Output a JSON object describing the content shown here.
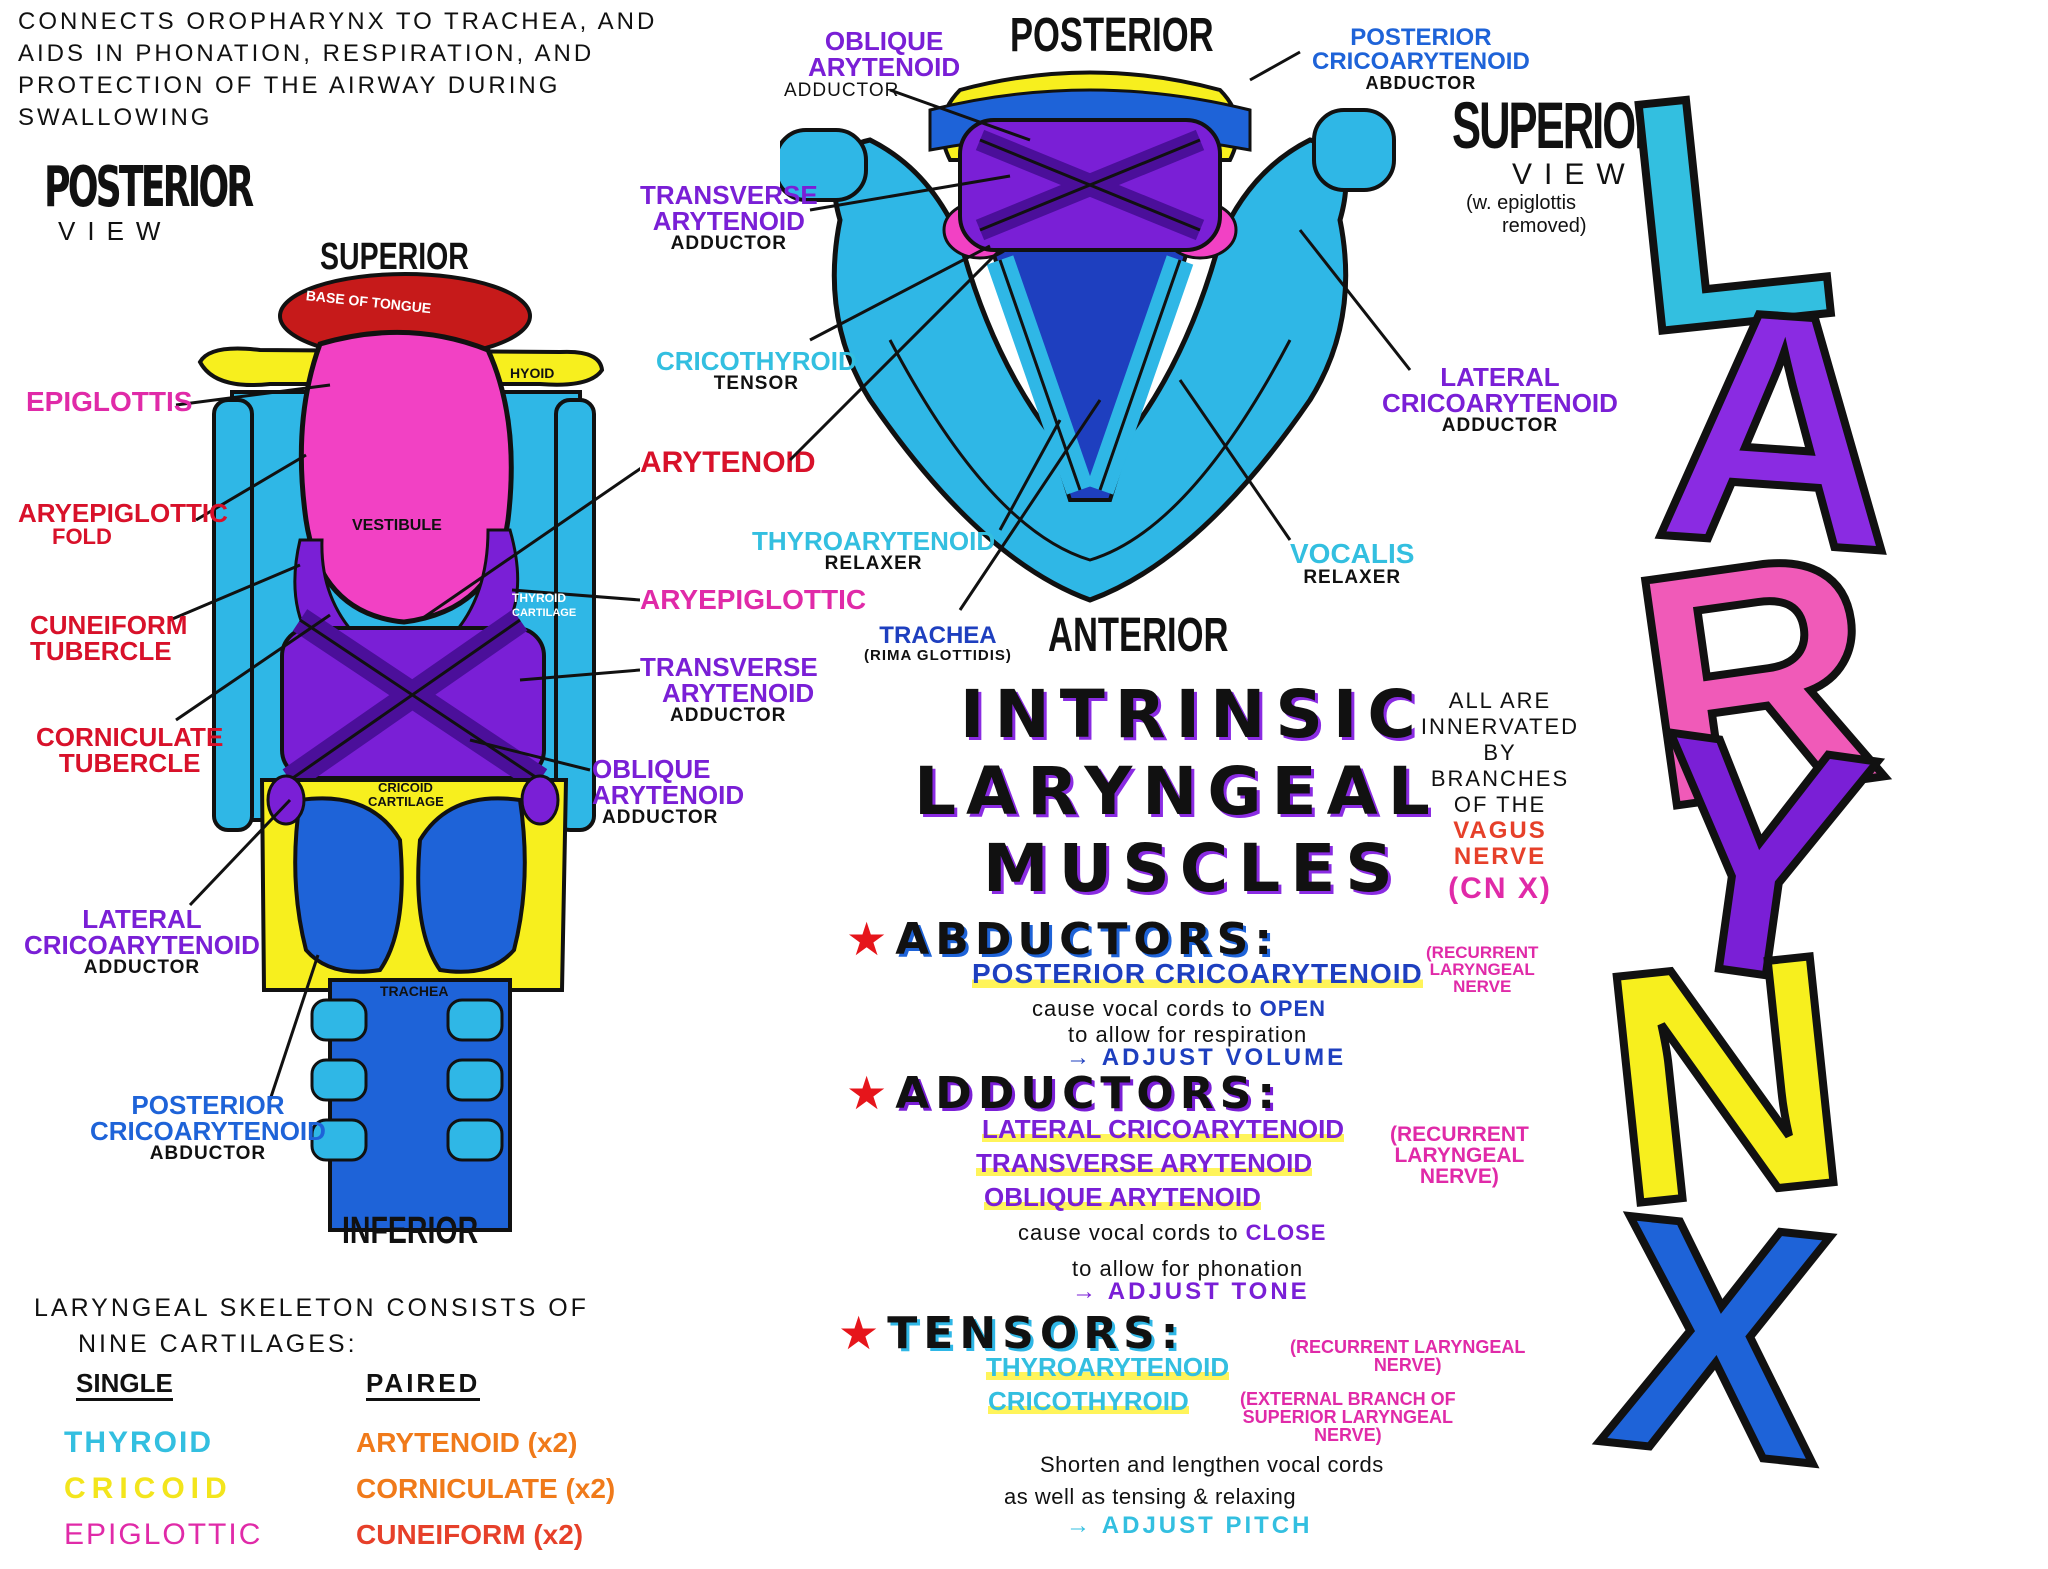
{
  "intro": {
    "line1": "CONNECTS OROPHARYNX TO TRACHEA, AND",
    "line2": "AIDS IN PHONATION, RESPIRATION, AND",
    "line3": "PROTECTION OF THE AIRWAY DURING",
    "line4": "SWALLOWING"
  },
  "posterior_view": {
    "title": "POSTERIOR",
    "subtitle": "VIEW",
    "superior": "SUPERIOR",
    "inferior": "INFERIOR",
    "inner_labels": {
      "base_of_tongue": "BASE OF TONGUE",
      "hyoid": "HYOID",
      "vestibule": "VESTIBULE",
      "thyroid_cartilage_1": "THYROID",
      "thyroid_cartilage_2": "CARTILAGE",
      "cricoid_cartilage_1": "CRICOID",
      "cricoid_cartilage_2": "CARTILAGE",
      "trachea": "TRACHEA"
    },
    "left_labels": {
      "epiglottis": "EPIGLOTTIS",
      "aryepiglottic_fold_1": "ARYEPIGLOTTIC",
      "aryepiglottic_fold_2": "FOLD",
      "cuneiform_1": "CUNEIFORM",
      "cuneiform_2": "TUBERCLE",
      "corniculate_1": "CORNICULATE",
      "corniculate_2": "TUBERCLE",
      "lateral_1": "LATERAL",
      "lateral_2": "CRICOARYTENOID",
      "lateral_3": "ADDUCTOR",
      "posterior_1": "POSTERIOR",
      "posterior_2": "CRICOARYTENOID",
      "posterior_3": "ABDUCTOR"
    },
    "right_labels": {
      "arytenoid": "ARYTENOID",
      "aryepiglottic": "ARYEPIGLOTTIC",
      "transverse_1": "TRANSVERSE",
      "transverse_2": "ARYTENOID",
      "transverse_3": "ADDUCTOR",
      "oblique_1": "OBLIQUE",
      "oblique_2": "ARYTENOID",
      "oblique_3": "ADDUCTOR"
    }
  },
  "superior_view": {
    "posterior": "POSTERIOR",
    "anterior": "ANTERIOR",
    "title": "SUPERIOR",
    "subtitle": "VIEW",
    "note_1": "(w. epiglottis",
    "note_2": "removed)",
    "labels": {
      "oblique_1": "OBLIQUE",
      "oblique_2": "ARYTENOID",
      "oblique_3": "ADDUCTOR",
      "transverse_1": "TRANSVERSE",
      "transverse_2": "ARYTENOID",
      "transverse_3": "ADDUCTOR",
      "cricothyroid_1": "CRICOTHYROID",
      "cricothyroid_2": "TENSOR",
      "thyroarytenoid_1": "THYROARYTENOID",
      "thyroarytenoid_2": "RELAXER",
      "trachea_1": "TRACHEA",
      "trachea_2": "(RIMA GLOTTIDIS)",
      "posterior_ca_1": "POSTERIOR",
      "posterior_ca_2": "CRICOARYTENOID",
      "posterior_ca_3": "ABDUCTOR",
      "lateral_ca_1": "LATERAL",
      "lateral_ca_2": "CRICOARYTENOID",
      "lateral_ca_3": "ADDUCTOR",
      "vocalis_1": "VOCALIS",
      "vocalis_2": "RELAXER"
    }
  },
  "heading": {
    "line1": "INTRINSIC",
    "line2": "LARYNGEAL",
    "line3": "MUSCLES"
  },
  "innervation": {
    "line1": "ALL ARE",
    "line2": "INNERVATED",
    "line3": "BY",
    "line4": "BRANCHES",
    "line5": "OF THE",
    "line6": "VAGUS",
    "line7": "NERVE",
    "line8": "(CN X)"
  },
  "abductors": {
    "title": "ABDUCTORS:",
    "muscle": "POSTERIOR CRICOARYTENOID",
    "nerve_1": "(RECURRENT",
    "nerve_2": "LARYNGEAL",
    "nerve_3": "NERVE",
    "desc_1a": "cause vocal cords to",
    "desc_1b": "OPEN",
    "desc_2": "to allow for respiration",
    "result": "→ ADJUST VOLUME"
  },
  "adductors": {
    "title": "ADDUCTORS:",
    "muscle_1": "LATERAL CRICOARYTENOID",
    "muscle_2": "TRANSVERSE ARYTENOID",
    "muscle_3": "OBLIQUE ARYTENOID",
    "nerve_1": "(RECURRENT",
    "nerve_2": "LARYNGEAL",
    "nerve_3": "NERVE)",
    "desc_1a": "cause vocal cords to",
    "desc_1b": "CLOSE",
    "desc_2": "to allow for phonation",
    "result": "→ ADJUST TONE"
  },
  "tensors": {
    "title": "TENSORS:",
    "muscle_1": "THYROARYTENOID",
    "muscle_2": "CRICOTHYROID",
    "nerve_a1": "(RECURRENT LARYNGEAL",
    "nerve_a2": "NERVE)",
    "nerve_b1": "(EXTERNAL BRANCH OF",
    "nerve_b2": "SUPERIOR LARYNGEAL",
    "nerve_b3": "NERVE)",
    "desc_1": "Shorten and lengthen vocal cords",
    "desc_2": "as well as tensing & relaxing",
    "result": "→ ADJUST PITCH"
  },
  "skeleton": {
    "line1": "LARYNGEAL SKELETON CONSISTS OF",
    "line2": "NINE CARTILAGES:",
    "single_header": "SINGLE",
    "paired_header": "PAIRED",
    "single": [
      "THYROID",
      "CRICOID",
      "EPIGLOTTIC"
    ],
    "paired": [
      "ARYTENOID (x2)",
      "CORNICULATE (x2)",
      "CUNEIFORM (x2)"
    ]
  },
  "big_word": [
    "L",
    "A",
    "R",
    "Y",
    "N",
    "X"
  ],
  "colors": {
    "cyan": "#2fb7e6",
    "blue": "#1e63d8",
    "purple": "#7a1fd6",
    "magenta": "#e02aa8",
    "red": "#d8112a",
    "yellow": "#f7ef1e"
  }
}
